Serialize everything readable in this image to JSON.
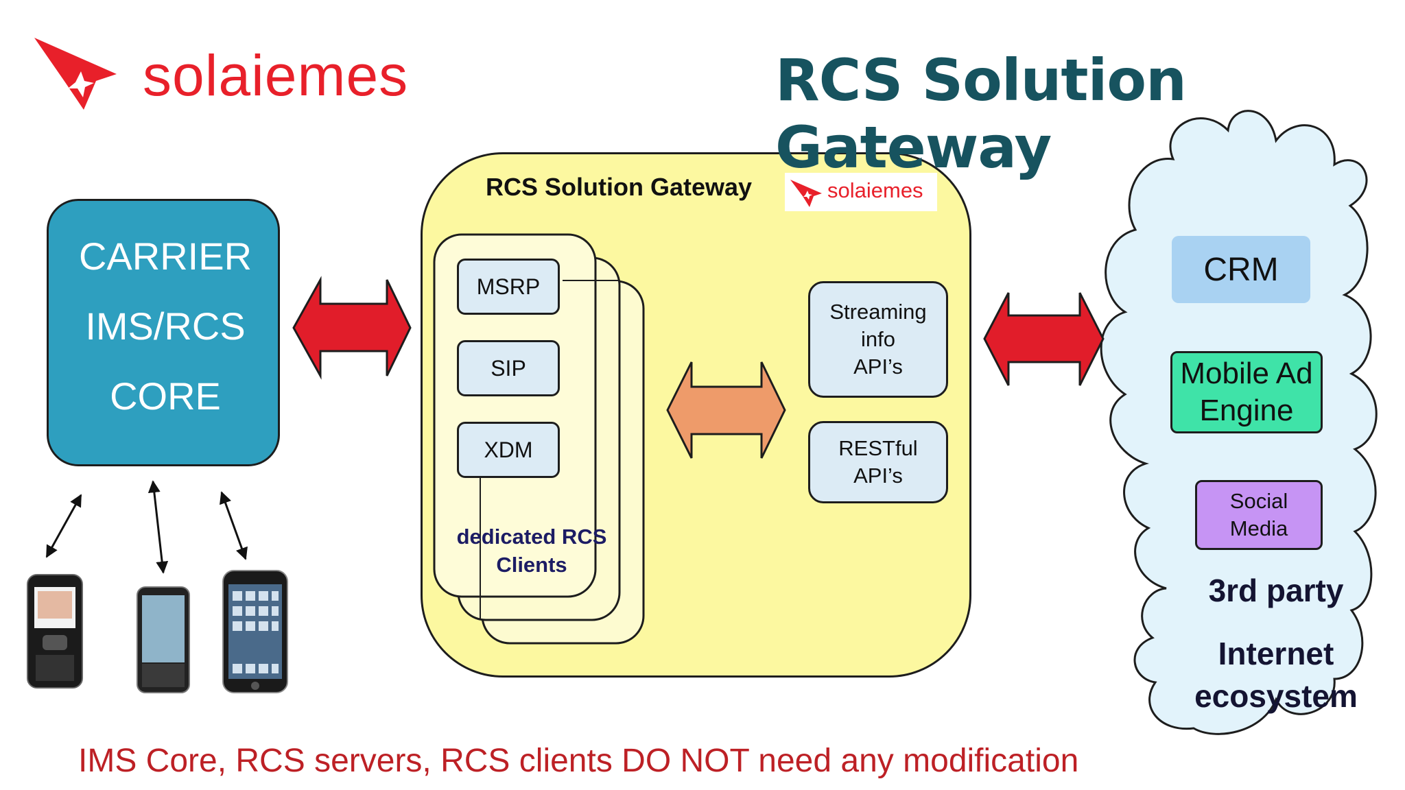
{
  "header": {
    "logo_text": "solaiemes",
    "title": "RCS Solution Gateway"
  },
  "carrier": {
    "lines": [
      "CARRIER",
      "IMS/RCS",
      "CORE"
    ]
  },
  "gateway": {
    "title": "RCS Solution Gateway",
    "logo_text": "solaiemes",
    "protocols": [
      "MSRP",
      "SIP",
      "XDM"
    ],
    "clients_label": [
      "dedicated RCS",
      "Clients"
    ],
    "streaming_api": [
      "Streaming",
      "info",
      "API’s"
    ],
    "restful_api": [
      "RESTful",
      "API’s"
    ]
  },
  "third_party": {
    "crm": "CRM",
    "ad_engine": [
      "Mobile Ad",
      "Engine"
    ],
    "social": [
      "Social",
      "Media"
    ],
    "label": [
      "3rd party",
      "Internet",
      "ecosystem"
    ]
  },
  "footer": "IMS Core, RCS servers, RCS clients DO NOT need any modification",
  "colors": {
    "brand_red": "#e8202a",
    "title_teal": "#17535f",
    "carrier_blue": "#2e9fbf",
    "gateway_yellow": "#fcf8a0",
    "cloud_blue": "#e2f3fb",
    "arrow_red": "#e11d2a",
    "arrow_orange": "#ee9b6a",
    "crm_blue": "#a9d2f2",
    "ad_green": "#3fe3a8",
    "social_purple": "#c694f4"
  },
  "icons": [
    "star-logo-icon",
    "phone-icon",
    "bidirectional-arrow-icon",
    "cloud-shape"
  ]
}
